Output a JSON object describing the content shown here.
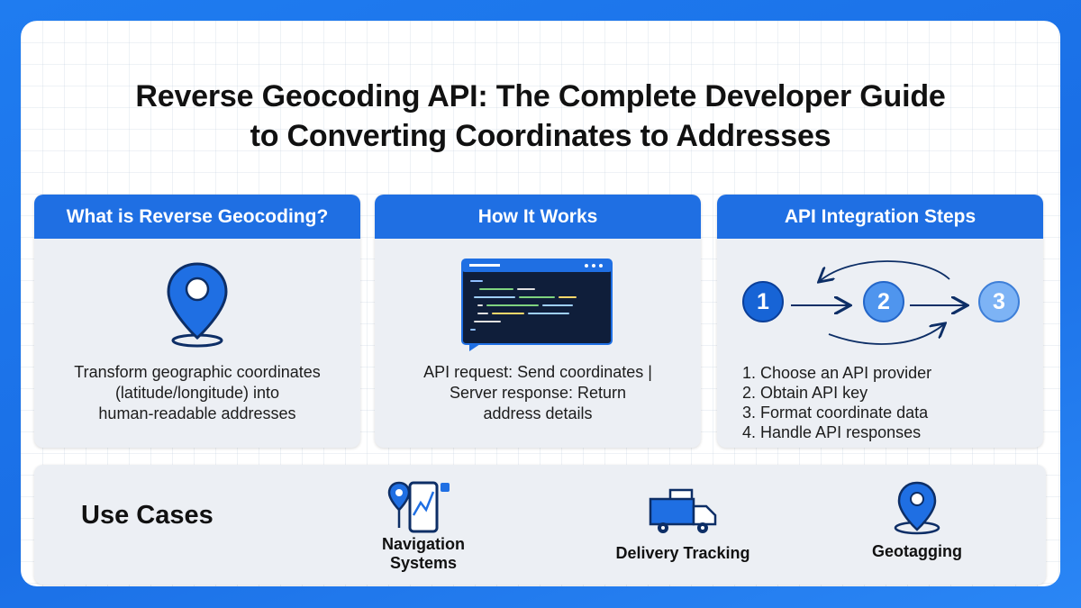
{
  "title": {
    "line1": "Reverse Geocoding API: The Complete Developer Guide",
    "line2": "to Converting Coordinates to Addresses"
  },
  "panels": [
    {
      "heading": "What is Reverse Geocoding?",
      "icon": "map-pin-icon",
      "lines": [
        "Transform geographic coordinates",
        "(latitude/longitude) into",
        "human-readable addresses"
      ]
    },
    {
      "heading": "How It Works",
      "icon": "code-window-icon",
      "lines": [
        "API request: Send coordinates |",
        "Server response: Return",
        "address details"
      ]
    },
    {
      "heading": "API Integration Steps",
      "step_numbers": [
        "1",
        "2",
        "3"
      ],
      "steps": [
        "1. Choose an API provider",
        "2. Obtain API key",
        "3. Format coordinate data",
        "4. Handle API responses"
      ]
    }
  ],
  "use_cases": {
    "heading": "Use Cases",
    "items": [
      {
        "label_lines": [
          "Navigation",
          "Systems"
        ],
        "icon": "navigation-phone-icon"
      },
      {
        "label_lines": [
          "Delivery Tracking"
        ],
        "icon": "delivery-truck-icon"
      },
      {
        "label_lines": [
          "Geotagging"
        ],
        "icon": "geotag-pin-icon"
      }
    ]
  },
  "colors": {
    "accent": "#1f6fe3",
    "background": "#1a6fe6",
    "panel": "#eceff4",
    "code_bg": "#0f1e3a"
  }
}
